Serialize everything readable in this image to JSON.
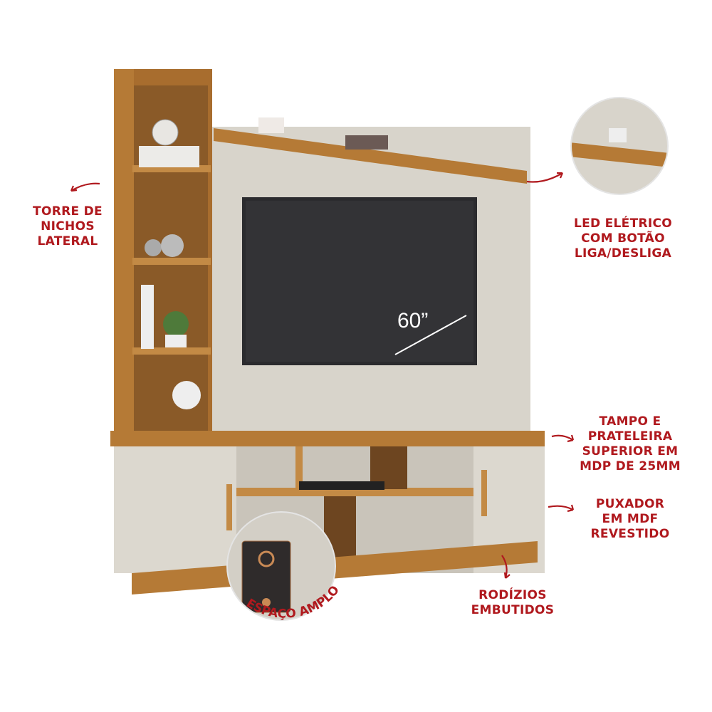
{
  "product": {
    "screen_size": "60”"
  },
  "callouts": {
    "tower": [
      "TORRE DE",
      "NICHOS",
      "LATERAL"
    ],
    "led": [
      "LED ELÉTRICO",
      "COM BOTÃO",
      "LIGA/DESLIGA"
    ],
    "top": [
      "TAMPO E",
      "PRATELEIRA",
      "SUPERIOR EM",
      "MDP DE 25MM"
    ],
    "handle": [
      "PUXADOR",
      "EM MDF",
      "REVESTIDO"
    ],
    "wheels": [
      "RODÍZIOS",
      "EMBUTIDOS"
    ],
    "space": "ESPAÇO AMPLO"
  },
  "colors": {
    "accent": "#b0191e",
    "wood": "#b57a36",
    "cream": "#d8d4cb",
    "tv": "#2b2b2e"
  }
}
